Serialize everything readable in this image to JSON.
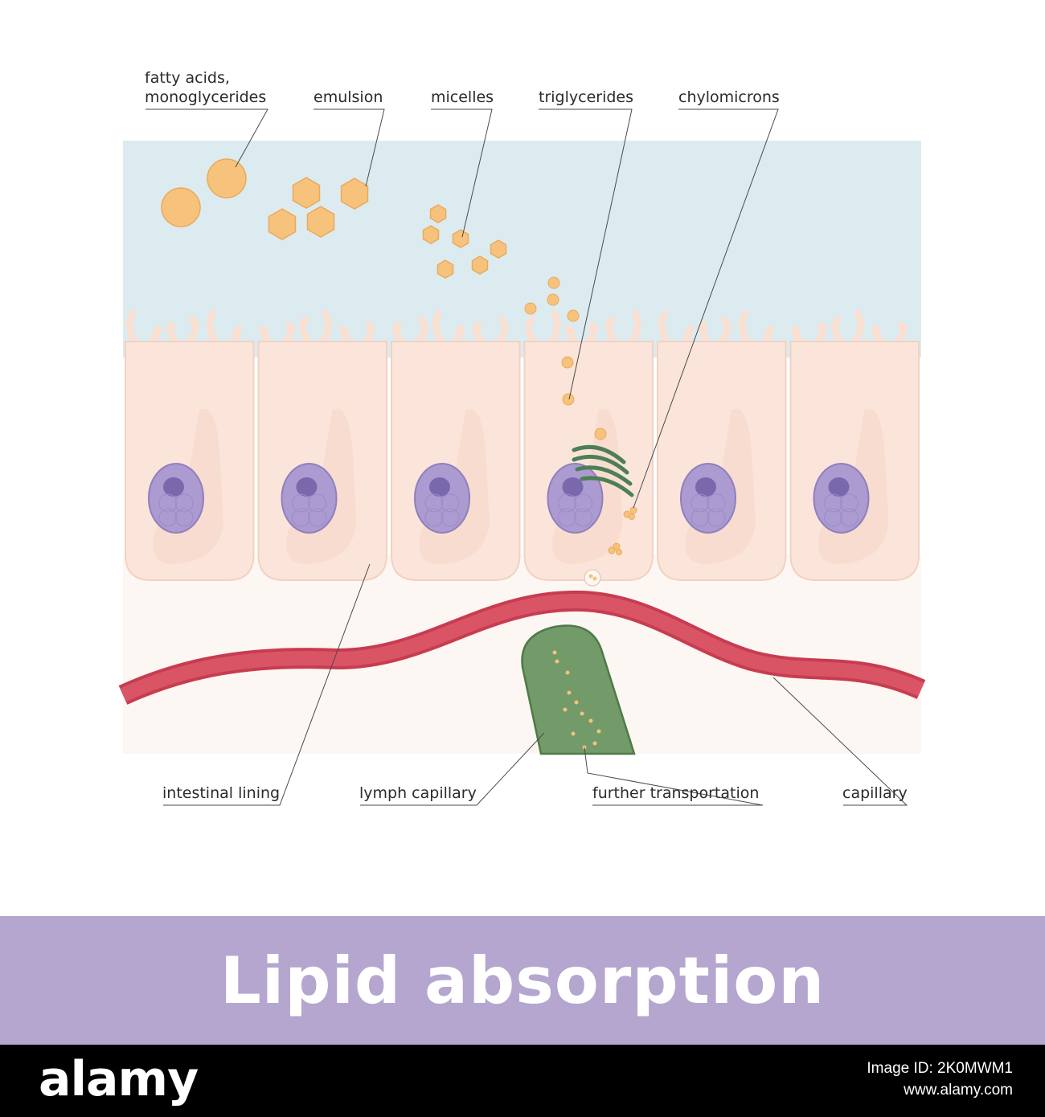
{
  "labels": {
    "fatty_acids_line1": "fatty acids,",
    "fatty_acids_line2": "monoglycerides",
    "emulsion": "emulsion",
    "micelles": "micelles",
    "triglycerides": "triglycerides",
    "chylomicrons": "chylomicrons",
    "intestinal_lining": "intestinal lining",
    "lymph_capillary": "lymph capillary",
    "further_transportation": "further transportation",
    "capillary": "capillary"
  },
  "title": "Lipid absorption",
  "footer": {
    "logo": "alamy",
    "image_id": "Image ID: 2K0MWM1",
    "site": "www.alamy.com"
  },
  "colors": {
    "lumen": "#dcebef",
    "cell": "#fbe5da",
    "nucleus": "#ab9bd0",
    "lipid": "#f7c27c",
    "blood_vessel": "#d24a5d",
    "lymph": "#739a69",
    "golgi": "#4d7f56",
    "title_band": "#b4a6cf"
  }
}
